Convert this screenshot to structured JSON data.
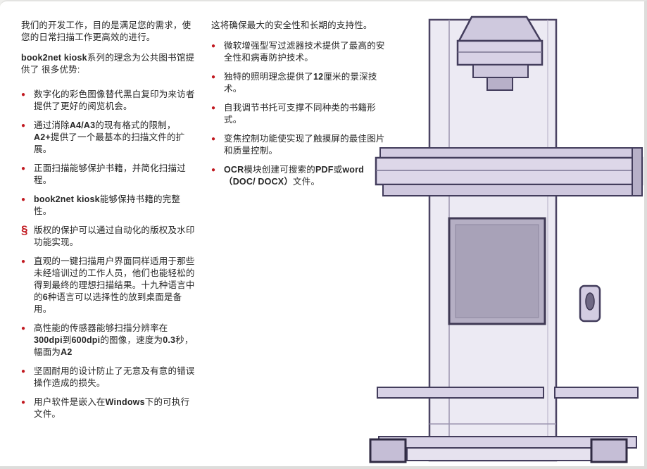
{
  "colors": {
    "bullet": "#c1181f",
    "text": "#262626",
    "illustration_fill": "#ddd7e9",
    "illustration_line": "#433d5c"
  },
  "left": {
    "intro": [
      {
        "t": "我们的开发工作，目的是满足您的需求，使您的日常扫描工作更高效的进行。"
      }
    ],
    "lead": [
      {
        "t": "book2net kiosk",
        "b": true
      },
      {
        "t": "系列的理念为公共图书馆提供了 很多优势:"
      }
    ],
    "bullets": [
      {
        "marker": "●",
        "segments": [
          {
            "t": "数字化的彩色图像替代黑白复印为来访者提供了更好的阅览机会。"
          }
        ]
      },
      {
        "marker": "●",
        "segments": [
          {
            "t": "通过消除"
          },
          {
            "t": "A4/A3",
            "b": true
          },
          {
            "t": "的现有格式的限制，"
          },
          {
            "t": "A2+",
            "b": true
          },
          {
            "t": "提供了一个最基本的扫描文件的扩展。"
          }
        ]
      },
      {
        "marker": "●",
        "segments": [
          {
            "t": "正面扫描能够保护书籍，并简化扫描过程。"
          }
        ]
      },
      {
        "marker": "●",
        "segments": [
          {
            "t": "book2net kiosk",
            "b": true
          },
          {
            "t": "能够保持书籍的完整性。"
          }
        ]
      },
      {
        "marker": "§",
        "segments": [
          {
            "t": "版权的保护可以通过自动化的版权及水印功能实现。"
          }
        ]
      },
      {
        "marker": "●",
        "segments": [
          {
            "t": "直观的一键扫描用户界面同样适用于那些未经培训过的工作人员，他们也能轻松的得到最终的理想扫描结果。十九种语言中的"
          },
          {
            "t": "6",
            "b": true
          },
          {
            "t": "种语言可以选择性的放到桌面是备用。"
          }
        ]
      },
      {
        "marker": "●",
        "segments": [
          {
            "t": "高性能的传感器能够扫描分辨率在"
          },
          {
            "t": "300dpi",
            "b": true
          },
          {
            "t": "到"
          },
          {
            "t": "600dpi",
            "b": true
          },
          {
            "t": "的图像，速度为"
          },
          {
            "t": "0.3",
            "b": true
          },
          {
            "t": "秒，幅面为"
          },
          {
            "t": "A2",
            "b": true
          }
        ]
      },
      {
        "marker": "●",
        "segments": [
          {
            "t": "坚固耐用的设计防止了无意及有意的错误操作造成的损失。"
          }
        ]
      },
      {
        "marker": "●",
        "segments": [
          {
            "t": "用户软件是嵌入在"
          },
          {
            "t": "Windows",
            "b": true
          },
          {
            "t": "下的可执行文件。"
          }
        ]
      }
    ]
  },
  "right": {
    "intro": [
      {
        "t": "这将确保最大的安全性和长期的支持性。"
      }
    ],
    "bullets": [
      {
        "marker": "●",
        "segments": [
          {
            "t": "微软增强型写过滤器技术提供了最高的安全性和病毒防护技术。"
          }
        ]
      },
      {
        "marker": "●",
        "segments": [
          {
            "t": "独特的照明理念提供了"
          },
          {
            "t": "12",
            "b": true
          },
          {
            "t": "厘米的景深技术。"
          }
        ]
      },
      {
        "marker": "●",
        "segments": [
          {
            "t": "自我调节书托可支撑不同种类的书籍形式。"
          }
        ]
      },
      {
        "marker": "●",
        "segments": [
          {
            "t": "变焦控制功能使实现了触摸屏的最佳图片和质量控制。"
          }
        ]
      },
      {
        "marker": "●",
        "segments": [
          {
            "t": "OCR",
            "b": true
          },
          {
            "t": "模块创建可搜索的"
          },
          {
            "t": "PDF",
            "b": true
          },
          {
            "t": "或"
          },
          {
            "t": "word（DOC/ DOCX）",
            "b": true
          },
          {
            "t": "文件。"
          }
        ]
      }
    ]
  }
}
